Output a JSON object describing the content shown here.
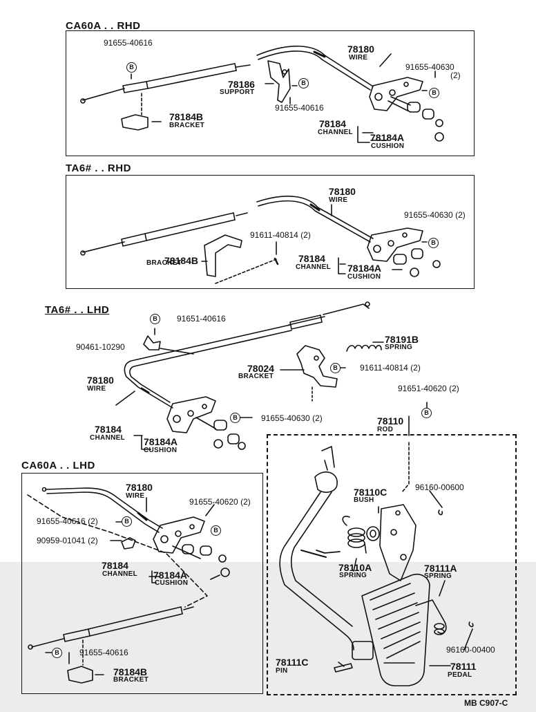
{
  "sections": {
    "s1": "CA60A . . RHD",
    "s2": "TA6# . . RHD",
    "s3": "TA6# . . LHD",
    "s4": "CA60A . . LHD"
  },
  "badge_letter": "B",
  "labels": {
    "s1_pn_91655_40616_a": "91655-40616",
    "s1_78180": "78180",
    "s1_wire": "WIRE",
    "s1_pn_91655_40630": "91655-40630",
    "s1_qty2": "(2)",
    "s1_78186": "78186",
    "s1_support": "SUPPORT",
    "s1_pn_91655_40616_b": "91655-40616",
    "s1_78184b": "78184B",
    "s1_bracket": "BRACKET",
    "s1_78184": "78184",
    "s1_channel": "CHANNEL",
    "s1_78184a": "78184A",
    "s1_cushion": "CUSHION",
    "s2_78180": "78180",
    "s2_wire": "WIRE",
    "s2_pn_91655_40630": "91655-40630 (2)",
    "s2_pn_91611_40814": "91611-40814 (2)",
    "s2_78184b": "78184B",
    "s2_bracket": "BRACKET",
    "s2_78184": "78184",
    "s2_channel": "CHANNEL",
    "s2_78184a": "78184A",
    "s2_cushion": "CUSHION",
    "s3_pn_91651_40616": "91651-40616",
    "s3_pn_90461_10290": "90461-10290",
    "s3_78191b": "78191B",
    "s3_spring": "SPRING",
    "s3_78024": "78024",
    "s3_bracket": "BRACKET",
    "s3_pn_91611_40814": "91611-40814 (2)",
    "s3_78180": "78180",
    "s3_wire": "WIRE",
    "s3_pn_91651_40620": "91651-40620 (2)",
    "s3_78184": "78184",
    "s3_channel": "CHANNEL",
    "s3_pn_91655_40630": "91655-40630 (2)",
    "s3_78110": "78110",
    "s3_rod": "ROD",
    "s3_78184a": "78184A",
    "s3_cushion": "CUSHION",
    "s4_78180": "78180",
    "s4_wire": "WIRE",
    "s4_pn_91655_40620": "91655-40620 (2)",
    "s4_pn_91655_40616": "91655-40616 (2)",
    "s4_pn_90959_01041": "90959-01041 (2)",
    "s4_78184": "78184",
    "s4_channel": "CHANNEL",
    "s4_78184a": "78184A",
    "s4_cushion": "CUSHION",
    "s4_pn_91655_40616_b": "91655-40616",
    "s4_78184b": "78184B",
    "s4_bracket": "BRACKET",
    "p_78110c": "78110C",
    "p_bush": "BUSH",
    "p_pn_96160_00600": "96160-00600",
    "p_78110a": "78110A",
    "p_spring_a": "SPRING",
    "p_78111a": "78111A",
    "p_spring_b": "SPRING",
    "p_pn_96160_00400": "96160-00400",
    "p_78111c": "78111C",
    "p_pin": "PIN",
    "p_78111": "78111",
    "p_pedal": "PEDAL",
    "footer": "MB  C907-C"
  }
}
